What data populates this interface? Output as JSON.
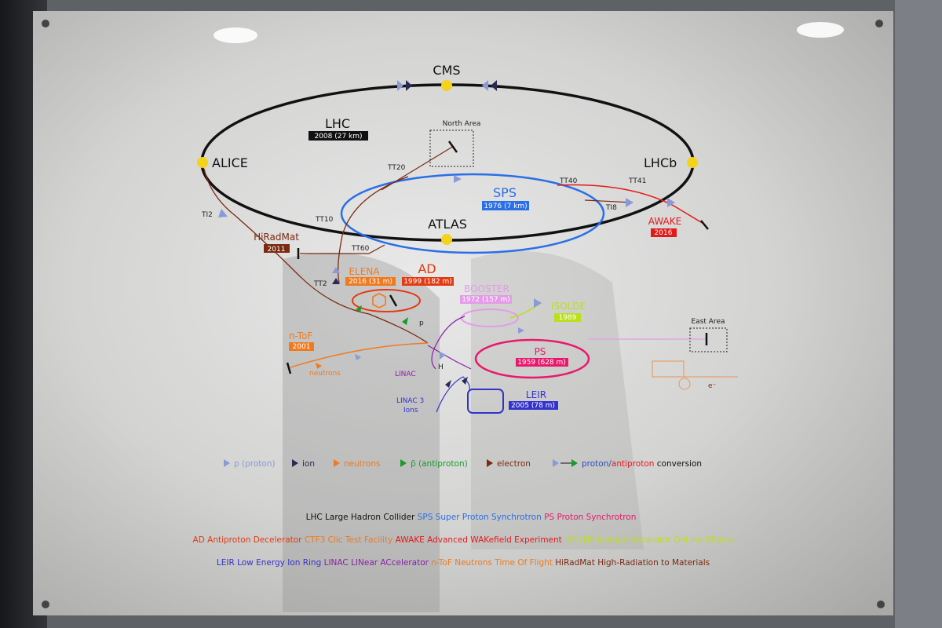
{
  "colors": {
    "lhc": "#111111",
    "sps": "#2a6fe6",
    "ps": "#e8196c",
    "booster": "#e49be8",
    "isolde": "#b9e01b",
    "leir": "#3333cc",
    "linac": "#8a1fa8",
    "ad": "#e23a12",
    "elena": "#f07a1f",
    "ntof": "#f07a1f",
    "hiradmat": "#7a2a10",
    "awake": "#e31a1a",
    "antiproton": "#1a9a2a",
    "dot": "#f5d21b"
  },
  "machines": {
    "lhc": {
      "name": "LHC",
      "year": "2008 (27 km)"
    },
    "sps": {
      "name": "SPS",
      "year": "1976 (7 km)"
    },
    "ps": {
      "name": "PS",
      "year": "1959 (628 m)"
    },
    "booster": {
      "name": "BOOSTER",
      "year": "1972 (157 m)"
    },
    "isolde": {
      "name": "ISOLDE",
      "year": "1989"
    },
    "leir": {
      "name": "LEIR",
      "year": "2005 (78 m)"
    },
    "ad": {
      "name": "AD",
      "year": "1999 (182 m)"
    },
    "elena": {
      "name": "ELENA",
      "year": "2016 (31 m)"
    },
    "ntof": {
      "name": "n-ToF",
      "year": "2001"
    },
    "hiradmat": {
      "name": "HiRadMat",
      "year": "2011"
    },
    "awake": {
      "name": "AWAKE",
      "year": "2016"
    }
  },
  "experiments": {
    "cms": "CMS",
    "alice": "ALICE",
    "lhcb": "LHCb",
    "atlas": "ATLAS"
  },
  "lines": {
    "north_area": "North Area",
    "east_area": "East Area",
    "tt20": "TT20",
    "tt40": "TT40",
    "tt41": "TT41",
    "ti8": "TI8",
    "ti2": "TI2",
    "tt10": "TT10",
    "tt60": "TT60",
    "tt2": "TT2",
    "linac2": "LINAC",
    "linac3": "LINAC 3",
    "ions": "Ions",
    "p": "p",
    "h": "H",
    "neutrons": "neutrons",
    "e": "e⁻"
  },
  "legend": {
    "items": [
      {
        "label": "p (proton)",
        "color": "#8a9ad8"
      },
      {
        "label": "ion",
        "color": "#2a2a55"
      },
      {
        "label": "neutrons",
        "color": "#f07a1f"
      },
      {
        "label": "p̄ (antiproton)",
        "color": "#1a9a2a"
      },
      {
        "label": "electron",
        "color": "#7a2a10"
      }
    ],
    "conversion_a": "proton/",
    "conversion_b": "antiproton",
    "conversion_c": " conversion"
  },
  "glossary": {
    "row1": [
      {
        "abbr": "LHC",
        "full": "Large Hadron Collider",
        "color": "#111111"
      },
      {
        "abbr": "SPS",
        "full": "Super Proton Synchrotron",
        "color": "#2a6fe6"
      },
      {
        "abbr": "PS",
        "full": "Proton Synchrotron",
        "color": "#e8196c"
      }
    ],
    "row2": [
      {
        "abbr": "AD",
        "full": "Antiproton Decelerator",
        "color": "#e23a12"
      },
      {
        "abbr": "CTF3",
        "full": "Clic Test Facility",
        "color": "#f07a1f"
      },
      {
        "abbr": "AWAKE",
        "full": "Advanced WAKefield Experiment",
        "color": "#e31a1a"
      },
      {
        "abbr": "ISOLDE",
        "full": "Isotope Separator OnLine DEvice",
        "color": "#b9e01b"
      }
    ],
    "row3": [
      {
        "abbr": "LEIR",
        "full": "Low Energy Ion Ring",
        "color": "#3333cc"
      },
      {
        "abbr": "LINAC",
        "full": "LINear ACcelerator",
        "color": "#8a1fa8"
      },
      {
        "abbr": "n-ToF",
        "full": "Neutrons Time Of Flight",
        "color": "#f07a1f"
      },
      {
        "abbr": "HiRadMat",
        "full": "High-Radiation to Materials",
        "color": "#7a2a10"
      }
    ]
  }
}
